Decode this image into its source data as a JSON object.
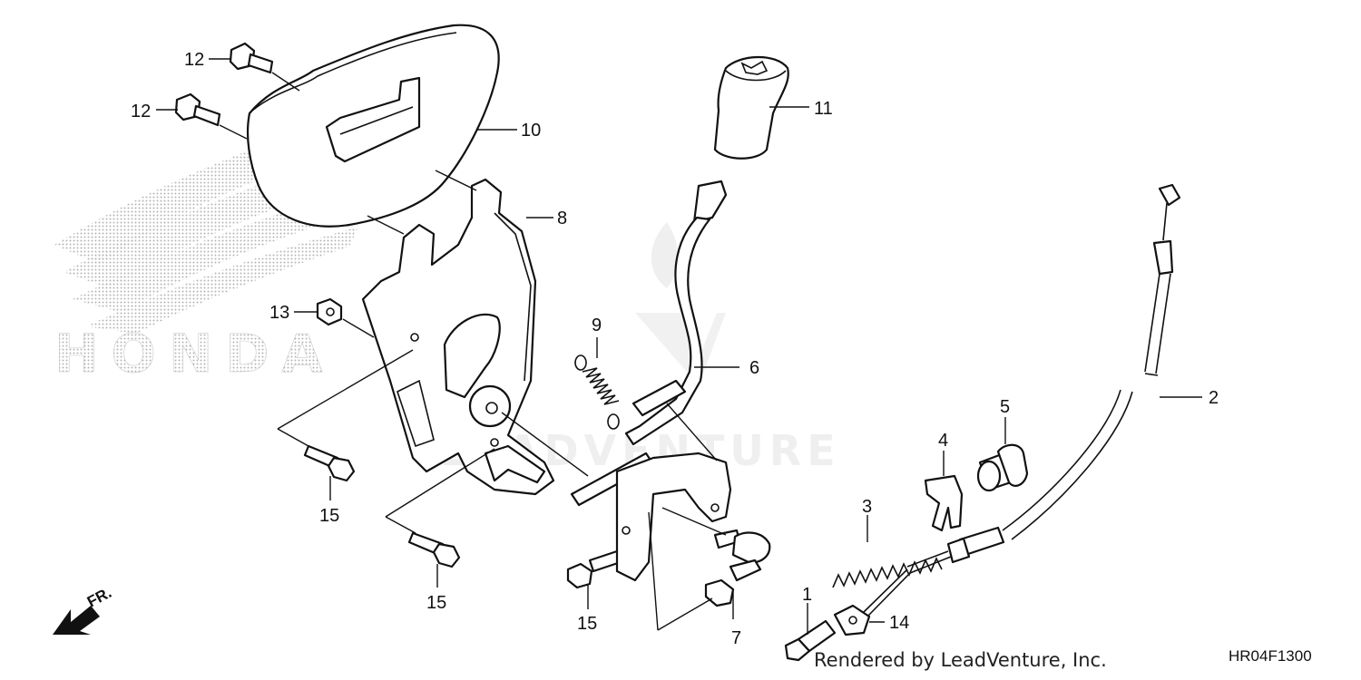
{
  "diagram": {
    "watermark_brand": "HONDA",
    "watermark_dealer": "LEADVENTURE",
    "direction_label": "FR.",
    "credit": "Rendered by LeadVenture, Inc.",
    "drawing_code": "HR04F1300"
  },
  "callouts": {
    "c1": "1",
    "c2": "2",
    "c3": "3",
    "c4": "4",
    "c5": "5",
    "c6": "6",
    "c7": "7",
    "c8": "8",
    "c9": "9",
    "c10": "10",
    "c11": "11",
    "c12a": "12",
    "c12b": "12",
    "c13": "13",
    "c14": "14",
    "c15a": "15",
    "c15b": "15",
    "c15c": "15"
  },
  "colors": {
    "line": "#111111",
    "watermark_dots": "#b8b8b8",
    "watermark_logo": "#e0e0e0"
  }
}
